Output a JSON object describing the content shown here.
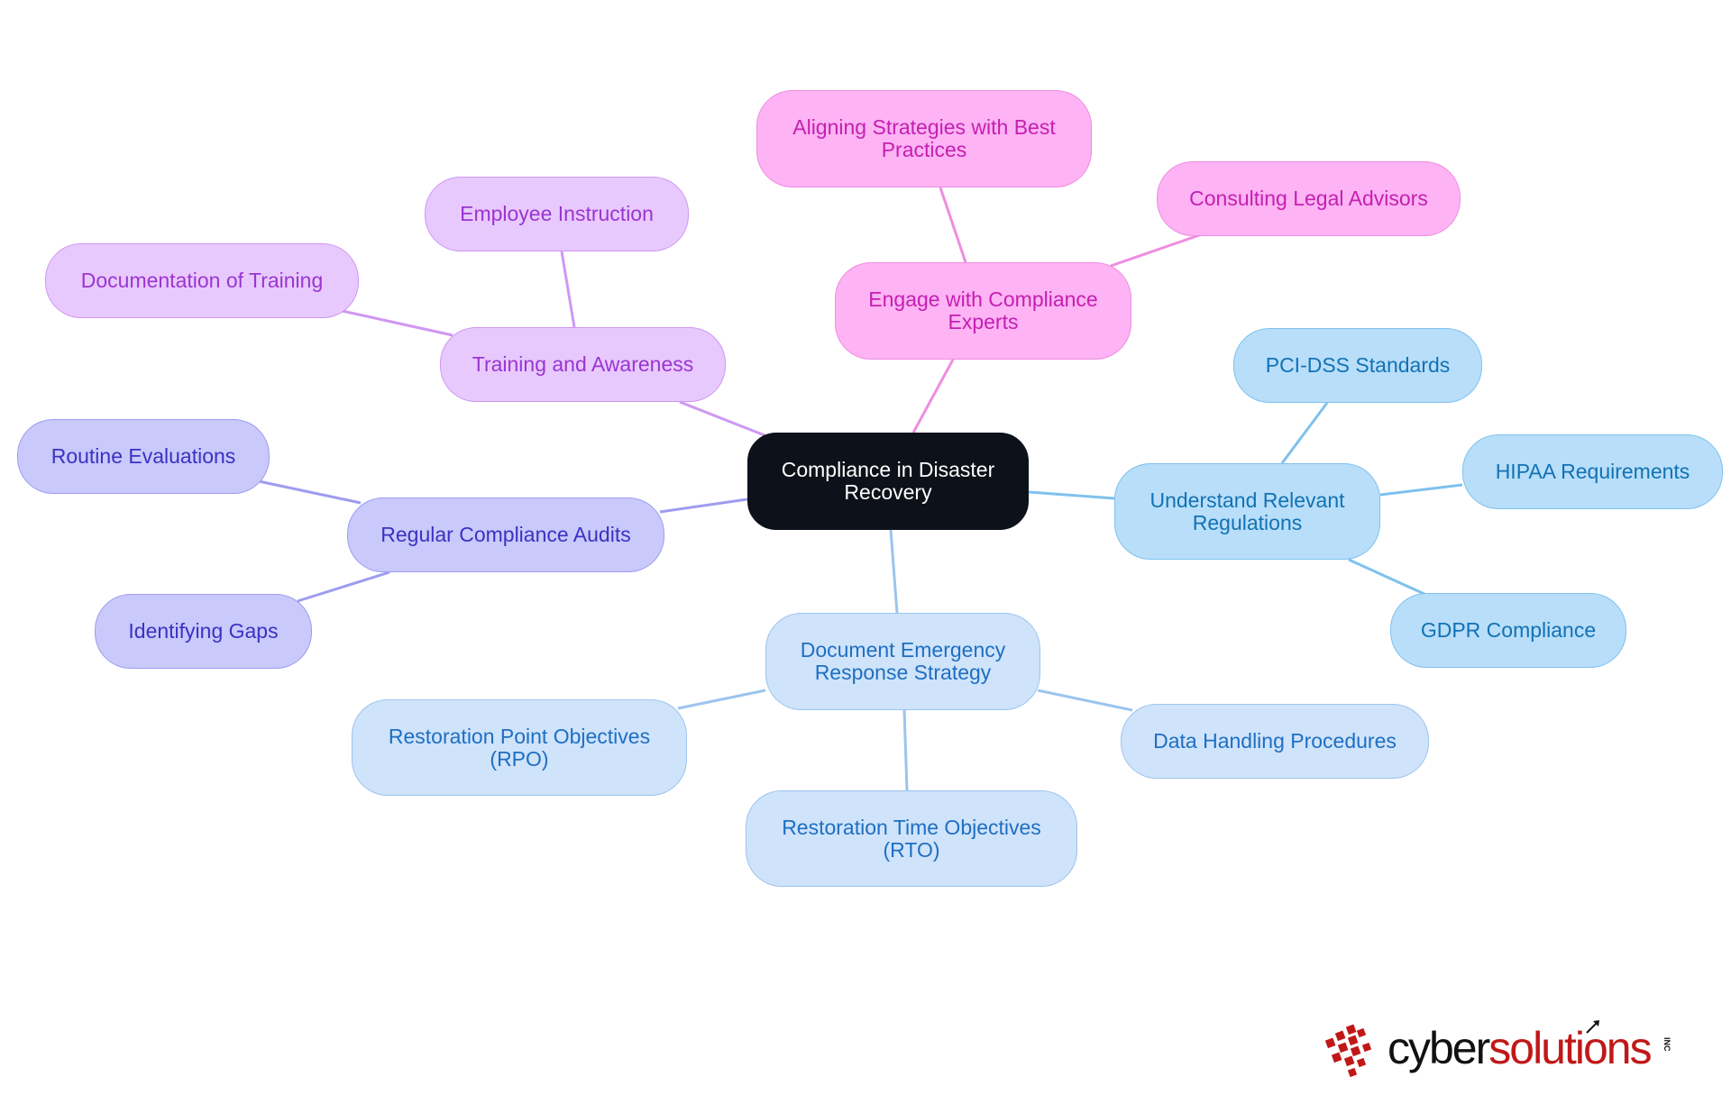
{
  "diagram": {
    "center": "Compliance in Disaster Recovery",
    "branches": [
      {
        "label": "Understand Relevant Regulations",
        "color": "#7fc1ee",
        "children": [
          "PCI-DSS Standards",
          "HIPAA Requirements",
          "GDPR Compliance"
        ]
      },
      {
        "label": "Document Emergency Response Strategy",
        "color": "#9cc4ef",
        "children": [
          "Restoration Point Objectives (RPO)",
          "Restoration Time Objectives (RTO)",
          "Data Handling Procedures"
        ]
      },
      {
        "label": "Regular Compliance Audits",
        "color": "#9e9cf0",
        "children": [
          "Routine Evaluations",
          "Identifying Gaps"
        ]
      },
      {
        "label": "Training and Awareness",
        "color": "#cf97f3",
        "children": [
          "Employee Instruction",
          "Documentation of Training"
        ]
      },
      {
        "label": "Engage with Compliance Experts",
        "color": "#ef8de0",
        "children": [
          "Aligning Strategies with Best Practices",
          "Consulting Legal Advisors"
        ]
      }
    ]
  },
  "logo": {
    "word_part1": "cyber",
    "word_part2": "solutions",
    "suffix": "INC",
    "colors": {
      "primary": "#c01818",
      "secondary": "#111111"
    }
  }
}
